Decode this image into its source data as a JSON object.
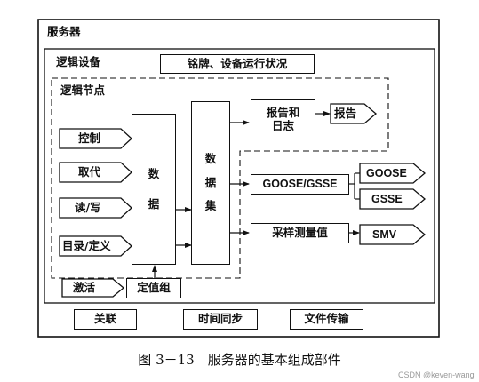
{
  "server": {
    "title": "服务器"
  },
  "logical_device": {
    "title": "逻辑设备",
    "nameplate": "铭牌、设备运行状况"
  },
  "logical_node": {
    "title": "逻辑节点",
    "inputs": [
      "控制",
      "取代",
      "读/写",
      "目录/定义"
    ],
    "data_block": [
      "数",
      "据"
    ],
    "dataset_block": [
      "数",
      "据",
      "集"
    ],
    "report_log": "报告和\n日志",
    "activate": "激活",
    "setting_group": "定值组"
  },
  "outputs": {
    "report": "报告",
    "goose_gsse": "GOOSE/GSSE",
    "goose": "GOOSE",
    "gsse": "GSSE",
    "sampled_values": "采样测量值",
    "smv": "SMV"
  },
  "services": {
    "association": "关联",
    "time_sync": "时间同步",
    "file_transfer": "文件传输"
  },
  "caption": "图 3－13　服务器的基本组成部件",
  "watermark": "CSDN @keven-wang"
}
